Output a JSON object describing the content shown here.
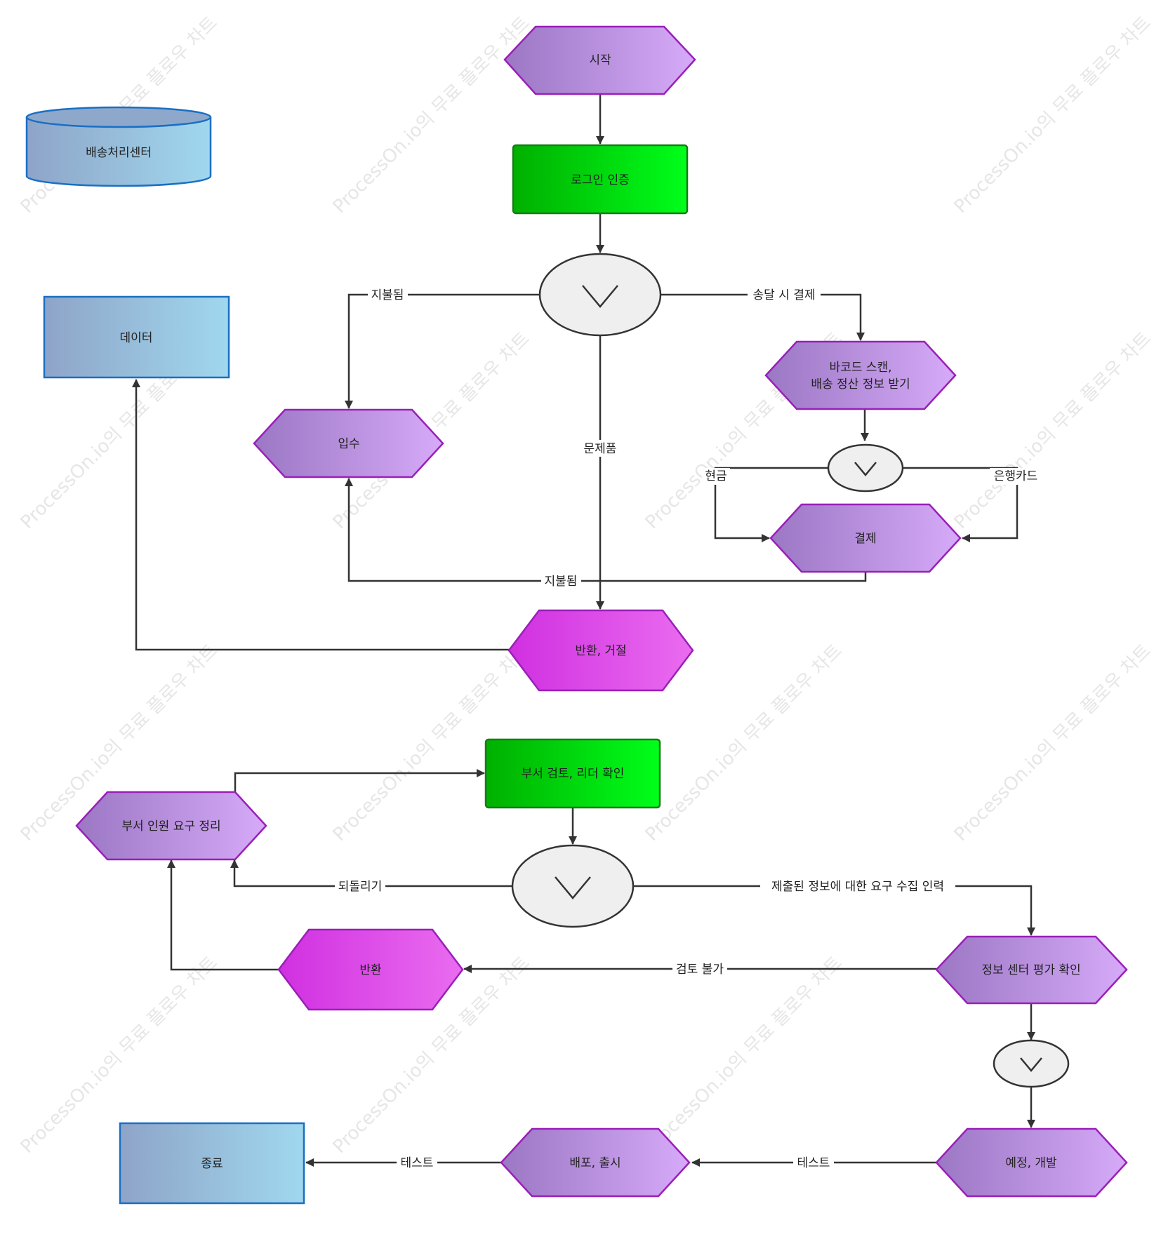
{
  "nodes": {
    "start": "시작",
    "login": "로그인 인증",
    "shipping_center": "배송처리센터",
    "data": "데이터",
    "receipt": "입수",
    "barcode_line1": "바코드 스캔,",
    "barcode_line2": "배송 정산 정보 받기",
    "payment": "결제",
    "return_reject": "반환, 거절",
    "dept_review": "부서 검토, 리더 확인",
    "dept_request": "부서 인원 요구 정리",
    "return": "반환",
    "info_center": "정보 센터 평가 확인",
    "schedule_dev": "예정, 개발",
    "deploy_release": "배포, 출시",
    "end": "종료"
  },
  "edge_labels": {
    "paid": "지불됨",
    "cod": "송달 시 결제",
    "problem": "문제품",
    "cash": "현금",
    "bank_card": "은행카드",
    "paid_2": "지불됨",
    "rollback": "되돌리기",
    "submit_collect": "제출된 정보에 대한 요구 수집 인력",
    "not_reviewable": "검토 불가",
    "test_1": "테스트",
    "test_2": "테스트"
  },
  "watermark": "ProcessOn.io의 무료 플로우 차트",
  "colors": {
    "hex_purple_start": "#9b77c4",
    "hex_purple_end": "#d6aaf8",
    "hex_border": "#9a1fb8",
    "magenta_start": "#d030e0",
    "magenta_end": "#ea6cf0",
    "green_start": "#00b000",
    "green_end": "#00ff1a",
    "blue_start": "#8ea4c8",
    "blue_end": "#a0d8ee",
    "blue_border": "#1a6fc4",
    "gateway_fill": "#efefef",
    "edge": "#333333"
  }
}
